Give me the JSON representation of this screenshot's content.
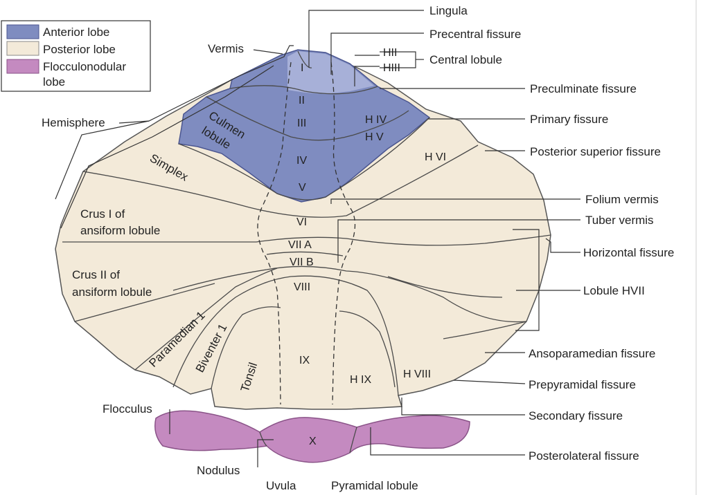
{
  "colors": {
    "anterior": "#7f8cc0",
    "anterior_light": "#c8cfe8",
    "posterior": "#f3ead9",
    "flocculonodular": "#c48ac0",
    "outline": "#555555"
  },
  "legend": {
    "anterior": "Anterior lobe",
    "posterior": "Posterior lobe",
    "floc_line1": "Flocculonodular",
    "floc_line2": "lobe"
  },
  "left_labels": {
    "vermis": "Vermis",
    "hemisphere": "Hemisphere",
    "flocculus": "Flocculus",
    "nodulus": "Nodulus",
    "uvula": "Uvula",
    "pyramidal": "Pyramidal lobule"
  },
  "right_labels": {
    "lingula": "Lingula",
    "precentral": "Precentral fissure",
    "central": "Central lobule",
    "preculminate": "Preculminate fissure",
    "primary": "Primary fissure",
    "post_superior": "Posterior superior fissure",
    "folium": "Folium vermis",
    "tuber": "Tuber vermis",
    "horizontal": "Horizontal fissure",
    "hvii": "Lobule HVII",
    "ansoparamedian": "Ansoparamedian fissure",
    "prepyramidal": "Prepyramidal fissure",
    "secondary": "Secondary fissure",
    "posterolateral": "Posterolateral fissure"
  },
  "regions": {
    "culmen1": "Culmen",
    "culmen2": "lobule",
    "simplex": "Simplex",
    "crus1_1": "Crus I of",
    "crus1_2": "ansiform lobule",
    "crus2_1": "Crus II of",
    "crus2_2": "ansiform lobule",
    "paramedian": "Paramedian 1",
    "biventer": "Biventer 1",
    "tonsil": "Tonsil"
  },
  "lobules": {
    "I": "I",
    "II": "II",
    "III": "III",
    "IV": "IV",
    "V": "V",
    "VI": "VI",
    "VIIA": "VII A",
    "VIIB": "VII B",
    "VIII": "VIII",
    "IX": "IX",
    "X": "X",
    "HII": "HII",
    "HIII": "HIII",
    "HIV": "H IV",
    "HV": "H V",
    "HVI": "H VI",
    "HVIII": "H VIII",
    "HIX": "H IX"
  }
}
